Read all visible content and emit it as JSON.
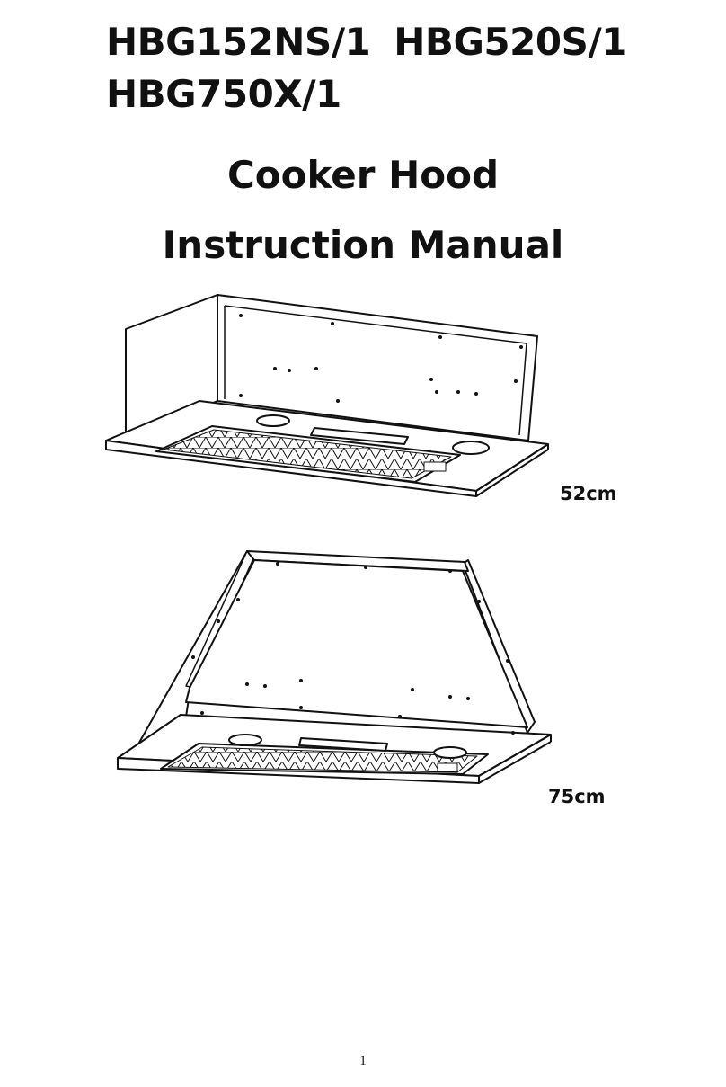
{
  "header": {
    "models": [
      "HBG152NS/1",
      "HBG520S/1",
      "HBG750X/1"
    ],
    "title": "Cooker Hood",
    "subtitle": "Instruction Manual"
  },
  "figures": [
    {
      "size_label": "52cm",
      "icon": "cooker-hood-52cm-drawing"
    },
    {
      "size_label": "75cm",
      "icon": "cooker-hood-75cm-drawing"
    }
  ],
  "footer": {
    "page_number": "1"
  }
}
